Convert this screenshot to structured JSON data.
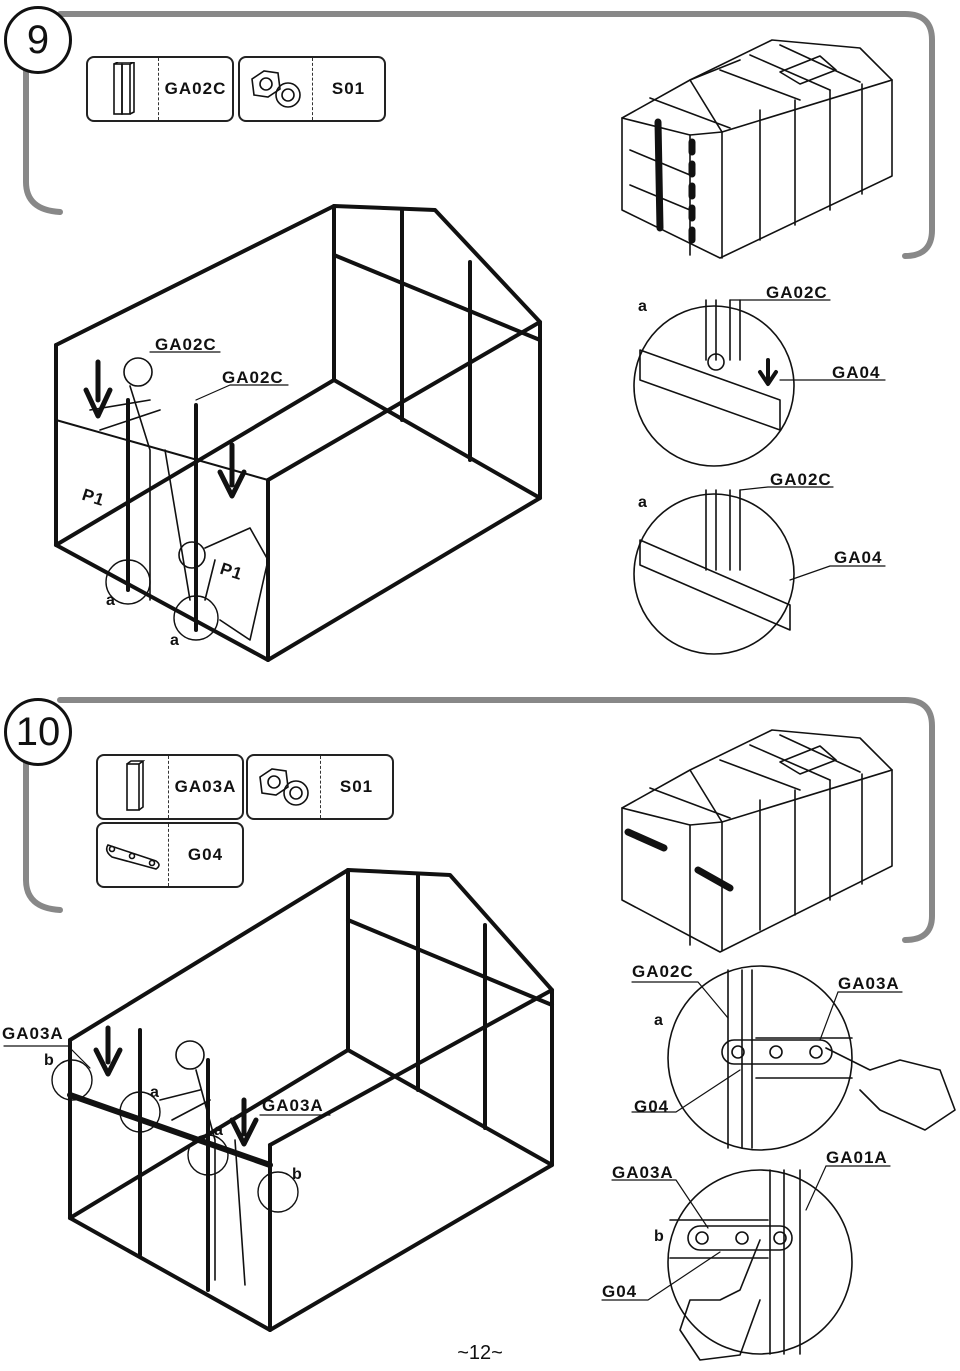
{
  "steps": [
    {
      "number": "9",
      "parts": [
        {
          "code": "GA02C",
          "icon": "profile-bar-icon"
        },
        {
          "code": "S01",
          "icon": "bolt-nut-icon"
        }
      ],
      "labels": {
        "left_top": "GA02C",
        "left_mid": "GA02C",
        "p1_a": "P1",
        "p1_b": "P1",
        "a1": "a",
        "a2": "a",
        "detail1_a": "a",
        "detail1_top": "GA02C",
        "detail1_right": "GA04",
        "detail2_a": "a",
        "detail2_top": "GA02C",
        "detail2_right": "GA04"
      }
    },
    {
      "number": "10",
      "parts": [
        {
          "code": "GA03A",
          "icon": "plate-bar-icon"
        },
        {
          "code": "S01",
          "icon": "bolt-nut-icon"
        },
        {
          "code": "G04",
          "icon": "connector-plate-icon"
        }
      ],
      "labels": {
        "left_ga03a": "GA03A",
        "b1": "b",
        "a1": "a",
        "a2": "a",
        "mid_ga03a": "GA03A",
        "b2": "b",
        "d1_top_left": "GA02C",
        "d1_top_right": "GA03A",
        "d1_a": "a",
        "d1_g04": "G04",
        "d2_left": "GA03A",
        "d2_right": "GA01A",
        "d2_b": "b",
        "d2_g04": "G04"
      }
    }
  ],
  "page_number": "~12~"
}
